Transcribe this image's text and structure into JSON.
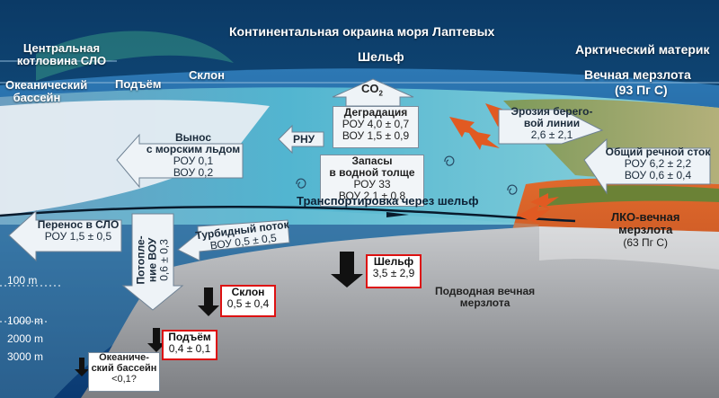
{
  "header": {
    "title": "Континентальная окраина моря Лаптевых",
    "left_title": "Центральная котловина СЛО",
    "right_title": "Арктический материк"
  },
  "zones": {
    "ocean_basin": "Океанический бассейн",
    "rise": "Подъём",
    "slope": "Склон",
    "shelf": "Шельф",
    "permafrost_title": "Вечная мерзлота",
    "permafrost_amount": "(93 Пг С)"
  },
  "co2": {
    "label": "CO",
    "sub": "2"
  },
  "rnu": "РНУ",
  "degradation": {
    "title": "Деградация",
    "line1": "РОУ 4,0 ± 0,7",
    "line2": "ВОУ 1,5 ± 0,9"
  },
  "stocks": {
    "title1": "Запасы",
    "title2": "в водной толще",
    "line1": "РОУ 33",
    "line2": "ВОУ 2,1 ± 0,8"
  },
  "sea_ice": {
    "title1": "Вынос",
    "title2": "с морским льдом",
    "line1": "РОУ 0,1",
    "line2": "ВОУ 0,2"
  },
  "erosion": {
    "title1": "Эрозия берего-",
    "title2": "вой линии",
    "line1": "2,6 ± 2,1"
  },
  "river": {
    "title": "Общий речной сток",
    "line1": "РОУ 6,2 ± 2,2",
    "line2": "ВОУ 0,6 ± 0,4"
  },
  "transport_shelf": "Транспортировка через шельф",
  "transfer_ao": {
    "title": "Перенос в СЛО",
    "line1": "РОУ 1,5 ± 0,5"
  },
  "turbidity": {
    "title": "Турбидный поток",
    "line1": "ВОУ 0,5 ± 0,5"
  },
  "sinking": {
    "line1": "Потопле-",
    "line2": "ние ВОУ",
    "line3": "0,6 ± 0,3"
  },
  "ice_complex": {
    "title1": "ЛКО-вечная",
    "title2": "мерзлота",
    "line1": "(63 Пг С)"
  },
  "subsea": {
    "line1": "Подводная вечная",
    "line2": "мерзлота"
  },
  "burial": {
    "shelf": {
      "title": "Шельф",
      "value": "3,5 ± 2,9"
    },
    "slope": {
      "title": "Склон",
      "value": "0,5 ± 0,4"
    },
    "rise": {
      "title": "Подъём",
      "value": "0,4 ± 0,1"
    },
    "basin": {
      "title1": "Океаниче-",
      "title2": "ский бассейн",
      "value": "<0,1?"
    }
  },
  "depths": [
    "100 m",
    "1000 m",
    "2000 m",
    "3000 m"
  ],
  "colors": {
    "sea": "#3fb1c4",
    "shelf_floor": "#b8babd",
    "permafrost": "#d8632c",
    "ice": "#e6edf3",
    "burial_border": "#dd1111"
  }
}
